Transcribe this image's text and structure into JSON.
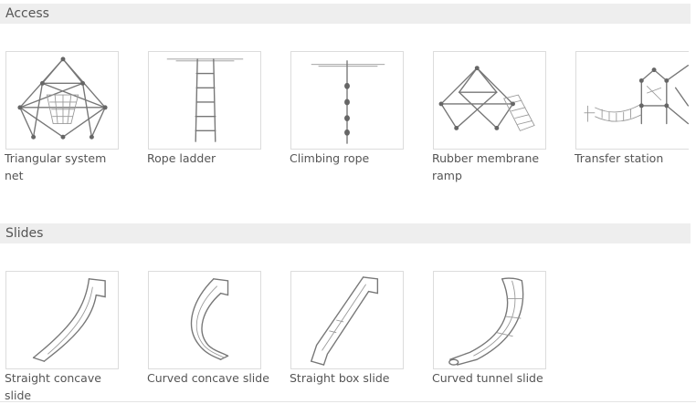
{
  "sections": {
    "access": {
      "title": "Access",
      "items": [
        {
          "label": "Triangular system net",
          "icon": "triangular-system-net-icon"
        },
        {
          "label": "Rope ladder",
          "icon": "rope-ladder-icon"
        },
        {
          "label": "Climbing rope",
          "icon": "climbing-rope-icon"
        },
        {
          "label": "Rubber membrane ramp",
          "icon": "rubber-membrane-ramp-icon"
        },
        {
          "label": "Transfer station",
          "icon": "transfer-station-icon"
        }
      ]
    },
    "slides": {
      "title": "Slides",
      "items": [
        {
          "label": "Straight concave slide",
          "icon": "straight-concave-slide-icon"
        },
        {
          "label": "Curved concave slide",
          "icon": "curved-concave-slide-icon"
        },
        {
          "label": "Straight box slide",
          "icon": "straight-box-slide-icon"
        },
        {
          "label": "Curved tunnel slide",
          "icon": "curved-tunnel-slide-icon"
        }
      ]
    }
  },
  "colors": {
    "header_bg": "#eeeeee",
    "text": "#555555",
    "thumb_border": "#dcdcdc"
  }
}
